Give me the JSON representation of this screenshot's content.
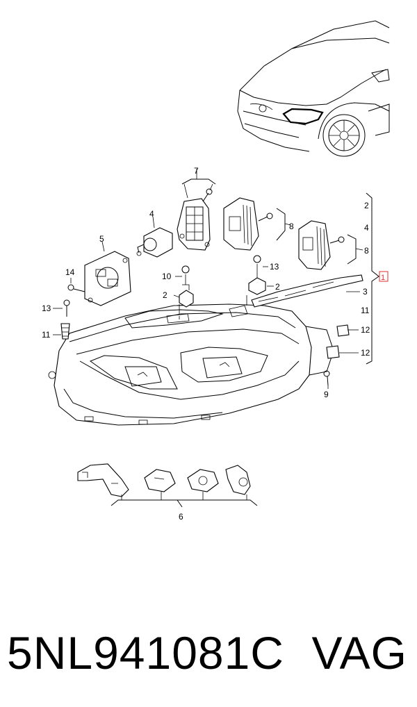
{
  "callouts": [
    "1",
    "2",
    "2",
    "2",
    "3",
    "4",
    "4",
    "5",
    "6",
    "7",
    "8",
    "8",
    "9",
    "10",
    "11",
    "11",
    "12",
    "12",
    "13",
    "13",
    "14"
  ],
  "part_code": "5NL941081C",
  "brand": "VAG",
  "highlight_color": "#e0302e"
}
